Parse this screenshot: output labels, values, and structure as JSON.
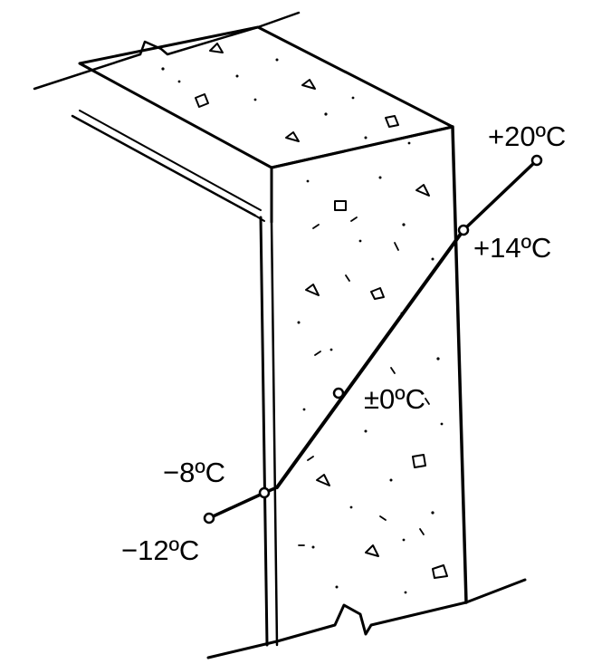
{
  "labels": {
    "outer_air": "+20ºC",
    "outer_surface": "+14ºC",
    "freezing_plane": "±0ºC",
    "inner_surface": "−8ºC",
    "inner_air": "−12ºC"
  },
  "colors": {
    "ink": "#000000",
    "background": "#ffffff"
  }
}
